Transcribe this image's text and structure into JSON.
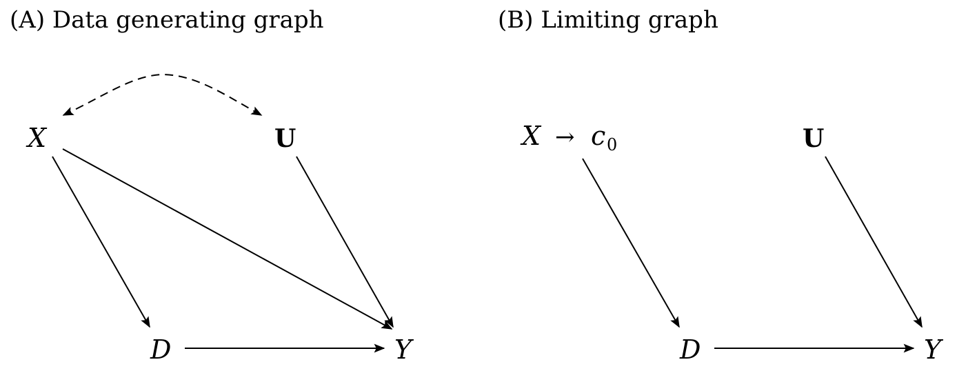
{
  "panel_a": {
    "title": "(A) Data generating graph",
    "nodes": {
      "x": "X",
      "u": "U",
      "d": "D",
      "y": "Y"
    },
    "edges": [
      {
        "from": "X",
        "to": "U",
        "style": "dashed",
        "bidirected": true
      },
      {
        "from": "X",
        "to": "D",
        "style": "solid"
      },
      {
        "from": "X",
        "to": "Y",
        "style": "solid"
      },
      {
        "from": "U",
        "to": "Y",
        "style": "solid"
      },
      {
        "from": "D",
        "to": "Y",
        "style": "solid"
      }
    ]
  },
  "panel_b": {
    "title": "(B) Limiting graph",
    "nodes": {
      "x_base": "X",
      "x_arrow": "→",
      "x_c": "c",
      "x_sub": "0",
      "u": "U",
      "d": "D",
      "y": "Y"
    },
    "edges": [
      {
        "from": "X → c0",
        "to": "D",
        "style": "solid"
      },
      {
        "from": "U",
        "to": "Y",
        "style": "solid"
      },
      {
        "from": "D",
        "to": "Y",
        "style": "solid"
      }
    ]
  }
}
